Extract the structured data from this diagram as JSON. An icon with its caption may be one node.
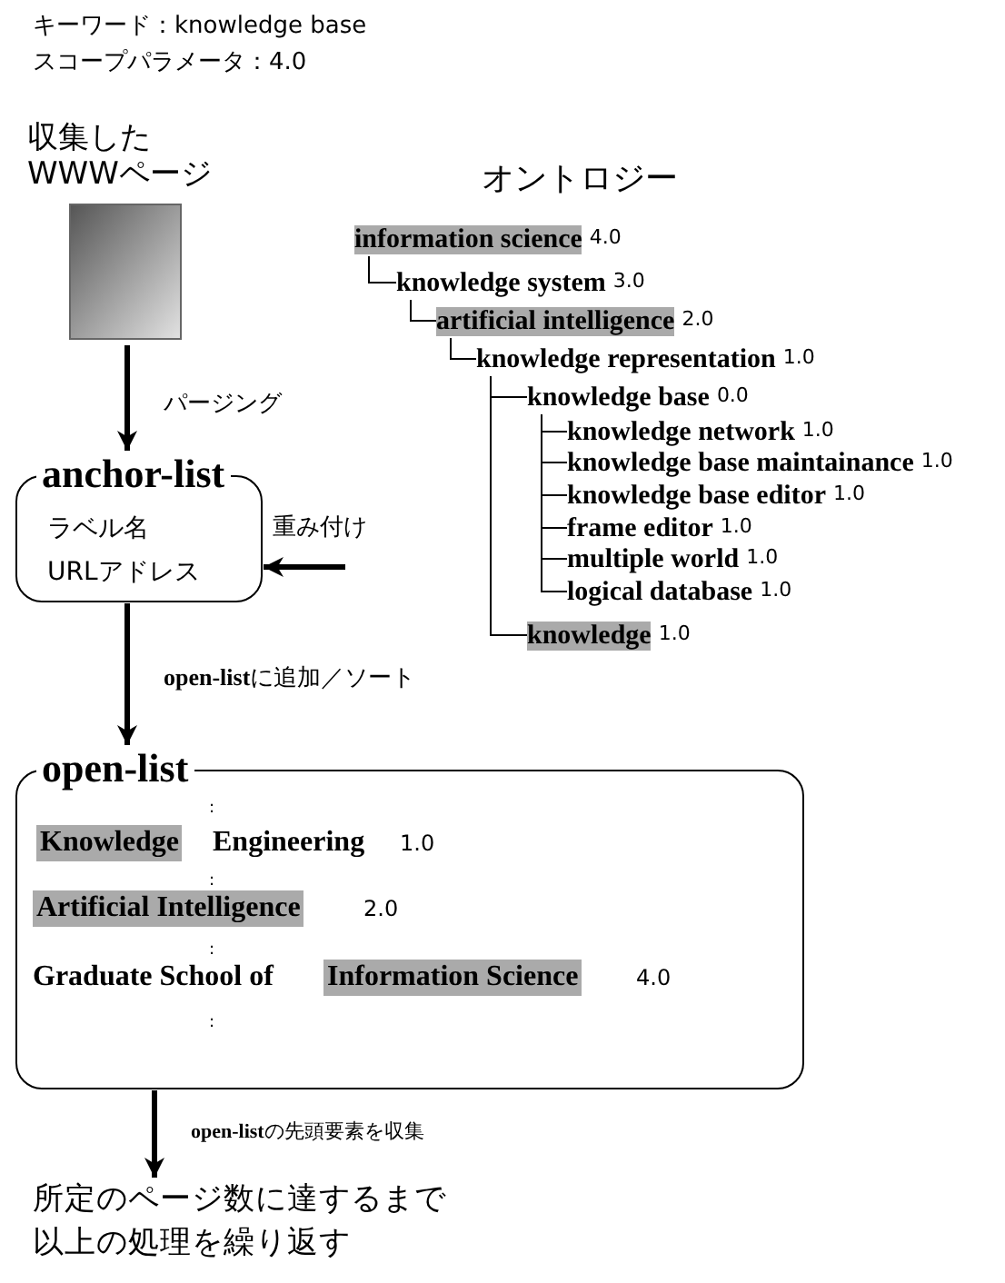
{
  "diagram": {
    "nodes": [
      {
        "text": [
          "収集したWWWページ"
        ]
      },
      {
        "text": [
          "anchor-list",
          "ラベル名",
          "URLアドレス"
        ]
      },
      {
        "text": [
          "オントロジー"
        ]
      },
      {
        "text": [
          "information science"
        ],
        "beside": [
          "4.0"
        ],
        "in": 2
      },
      {
        "text": [
          "knowledge system"
        ],
        "beside": [
          "3.0"
        ],
        "in": 2
      },
      {
        "text": [
          "artificial intelligence"
        ],
        "beside": [
          "2.0"
        ],
        "in": 2
      },
      {
        "text": [
          "knowledge representation"
        ],
        "beside": [
          "1.0"
        ],
        "in": 2
      },
      {
        "text": [
          "knowledge base"
        ],
        "beside": [
          "0.0"
        ],
        "in": 2
      },
      {
        "text": [
          "knowledge network"
        ],
        "beside": [
          "1.0"
        ],
        "in": 2
      },
      {
        "text": [
          "knowledge base maintainance"
        ],
        "beside": [
          "1.0"
        ],
        "in": 2
      },
      {
        "text": [
          "knowledge base editor"
        ],
        "beside": [
          "1.0"
        ],
        "in": 2
      },
      {
        "text": [
          "frame editor"
        ],
        "beside": [
          "1.0"
        ],
        "in": 2
      },
      {
        "text": [
          "multiple world"
        ],
        "beside": [
          "1.0"
        ],
        "in": 2
      },
      {
        "text": [
          "logical database"
        ],
        "beside": [
          "1.0"
        ],
        "in": 2
      },
      {
        "text": [
          "knowledge"
        ],
        "beside": [
          "1.0"
        ],
        "in": 2
      },
      {
        "text": [
          "open-list",
          ":",
          "Knowledge",
          "Engineering",
          "1.0",
          ":",
          "Artificial Intelligence",
          "2.0",
          ":",
          "Graduate School of",
          "Information Science",
          "4.0",
          ":"
        ]
      },
      {
        "text": [
          "所定のページ数に達するまで以上の処理を繰り返す"
        ]
      }
    ],
    "edges": [
      {
        "from": 0,
        "to": 1,
        "arrow": "to",
        "label": "パージング",
        "style": "thick"
      },
      {
        "from": 2,
        "to": 1,
        "arrow": "to",
        "label": "重み付け",
        "style": "thick"
      },
      {
        "from": 1,
        "to": 15,
        "arrow": "to",
        "label": "**open-list**に追加／ソート",
        "style": "thick"
      },
      {
        "from": 15,
        "to": 16,
        "arrow": "to",
        "label": "**open-list**の先頭要素を収集",
        "style": "thick"
      },
      {
        "from": 3,
        "to": 4,
        "arrow": "none"
      },
      {
        "from": 4,
        "to": 5,
        "arrow": "none"
      },
      {
        "from": 5,
        "to": 6,
        "arrow": "none"
      },
      {
        "from": 6,
        "to": 7,
        "arrow": "none"
      },
      {
        "from": 7,
        "to": 8,
        "arrow": "none"
      },
      {
        "from": 7,
        "to": 9,
        "arrow": "none"
      },
      {
        "from": 7,
        "to": 10,
        "arrow": "none"
      },
      {
        "from": 7,
        "to": 11,
        "arrow": "none"
      },
      {
        "from": 7,
        "to": 12,
        "arrow": "none"
      },
      {
        "from": 7,
        "to": 13,
        "arrow": "none"
      },
      {
        "from": 6,
        "to": 14,
        "arrow": "none"
      }
    ],
    "labels": [
      "キーワード：knowledge base",
      "スコープパラメータ：4.0"
    ]
  }
}
